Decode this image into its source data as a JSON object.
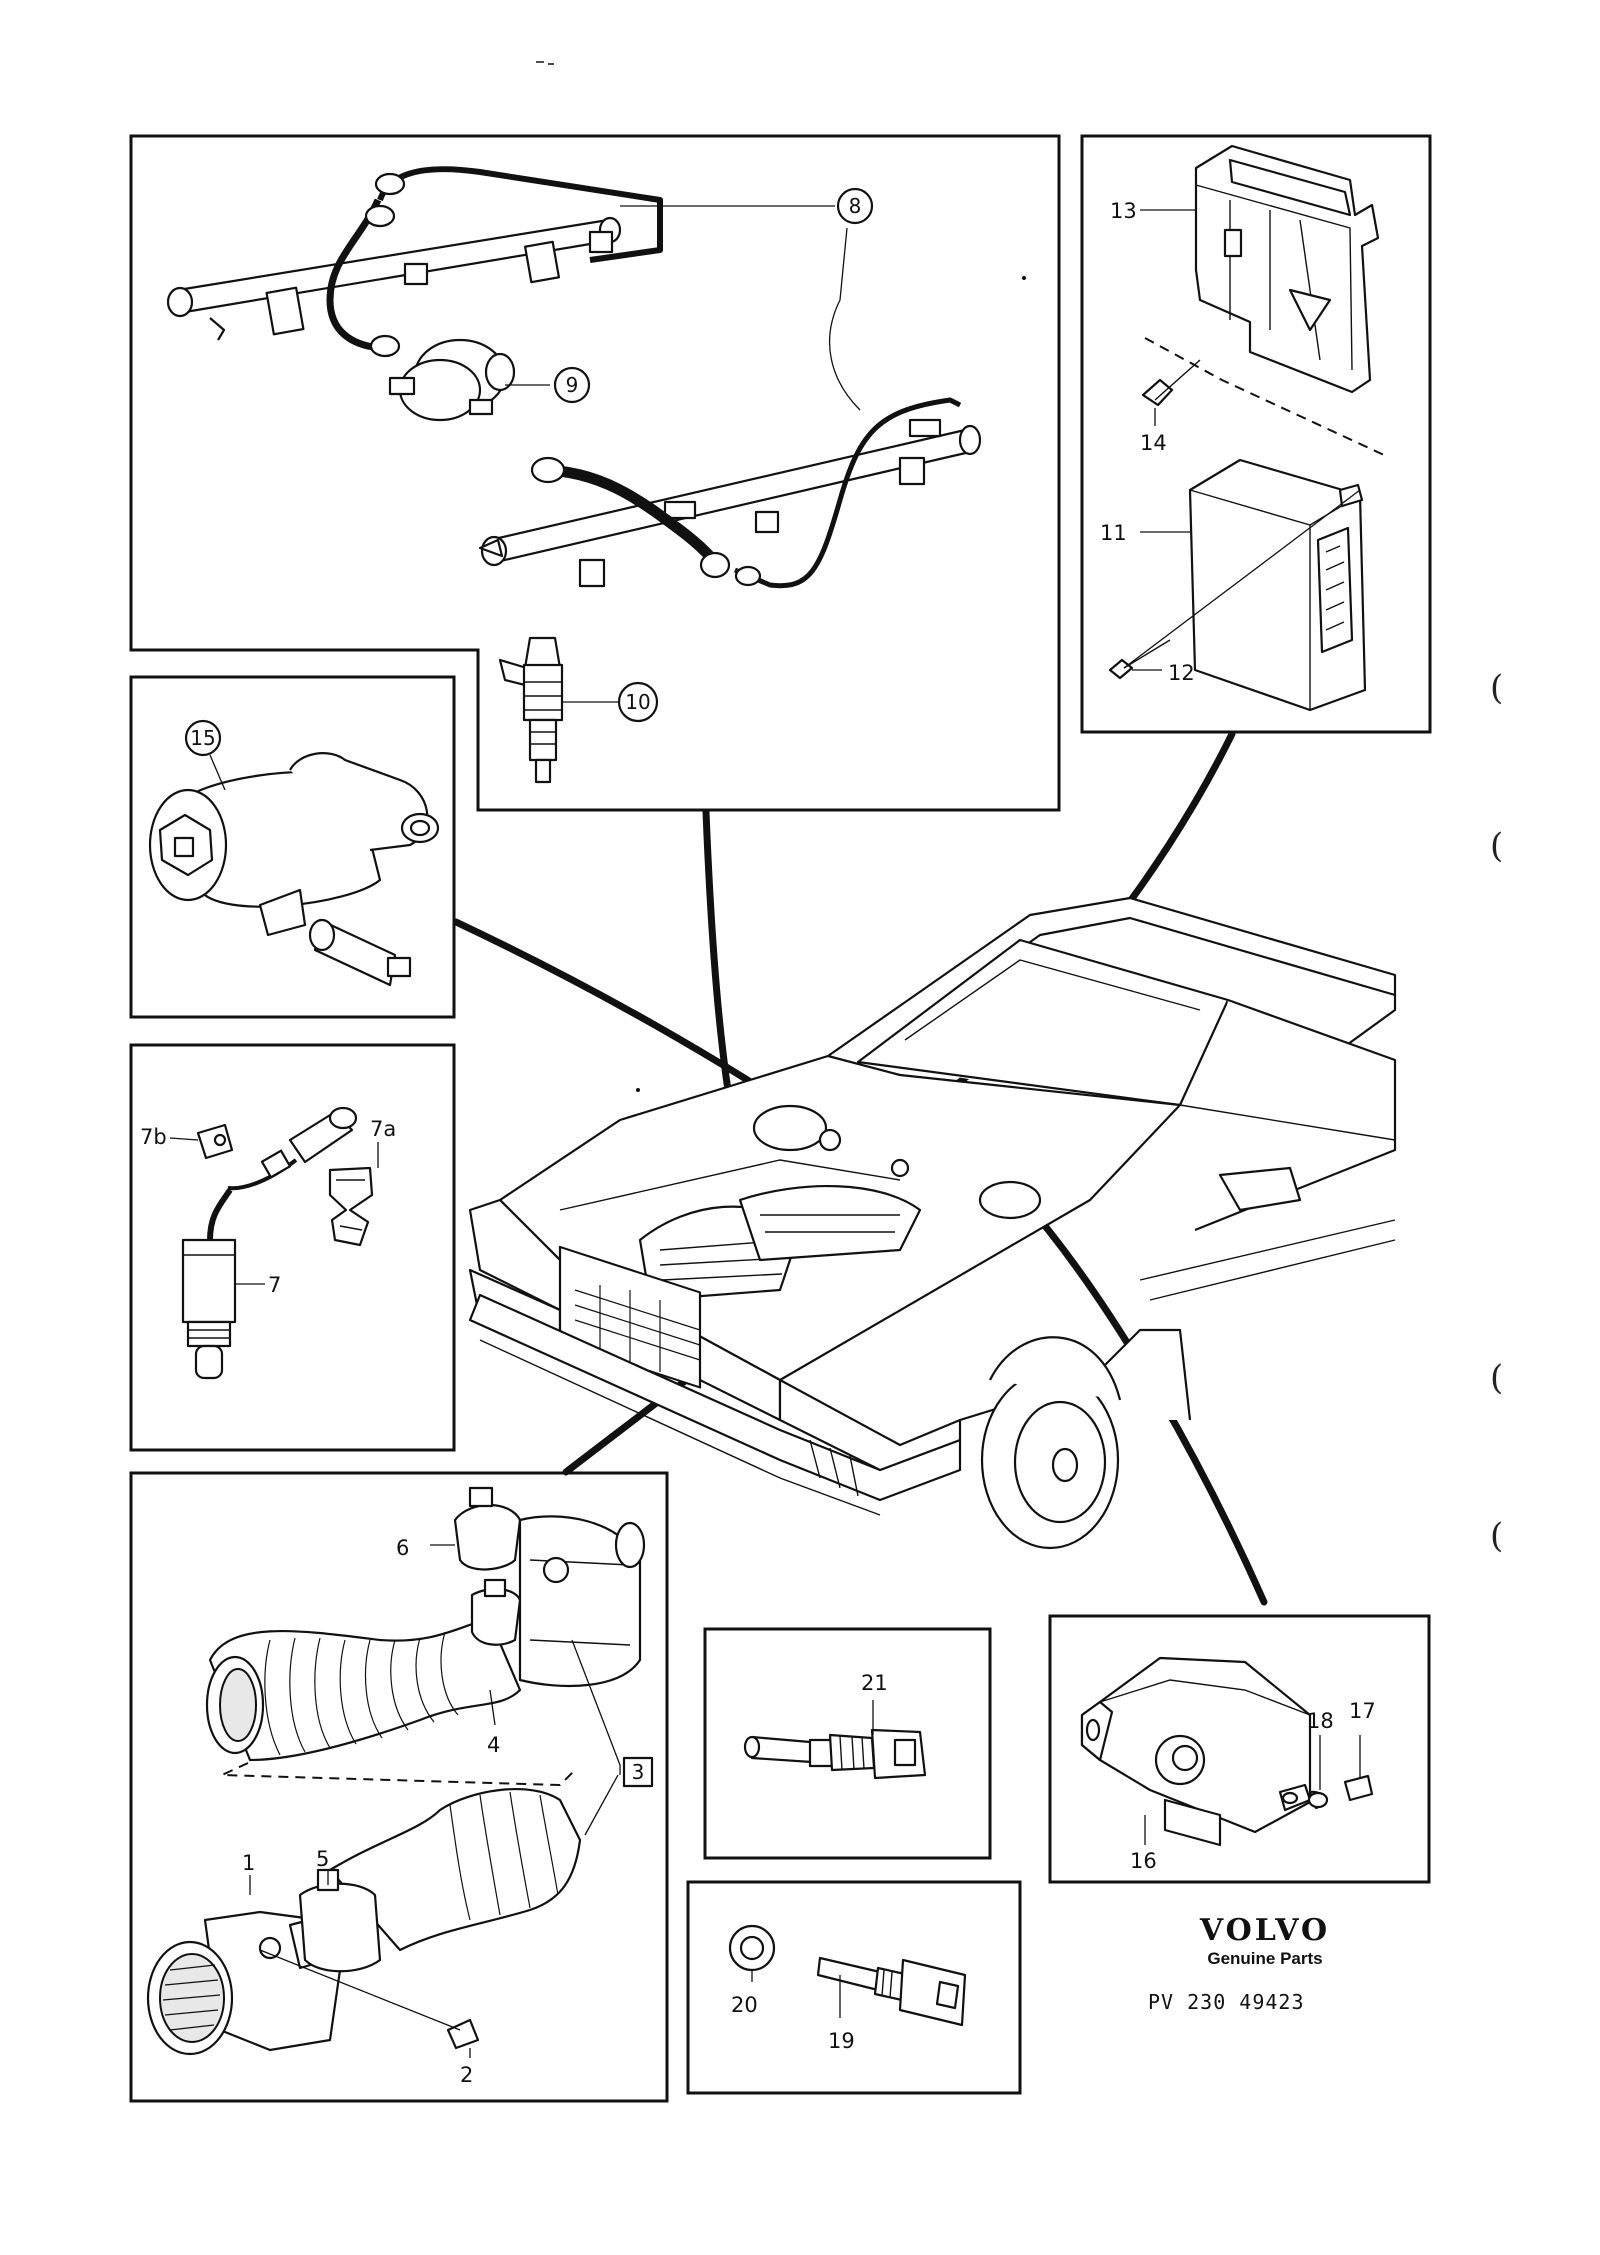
{
  "labels": {
    "p1": "1",
    "p2": "2",
    "p3": "3",
    "p4": "4",
    "p5": "5",
    "p6": "6",
    "p7": "7",
    "p7a": "7a",
    "p7b": "7b",
    "p8": "8",
    "p9": "9",
    "p10": "10",
    "p11": "11",
    "p12": "12",
    "p13": "13",
    "p14": "14",
    "p15": "15",
    "p16": "16",
    "p17": "17",
    "p18": "18",
    "p19": "19",
    "p20": "20",
    "p21": "21"
  },
  "brand": {
    "name": "VOLVO",
    "tagline": "Genuine Parts",
    "code": "PV 230 49423"
  },
  "margin_marks": [
    "(",
    "(",
    "(",
    "("
  ]
}
